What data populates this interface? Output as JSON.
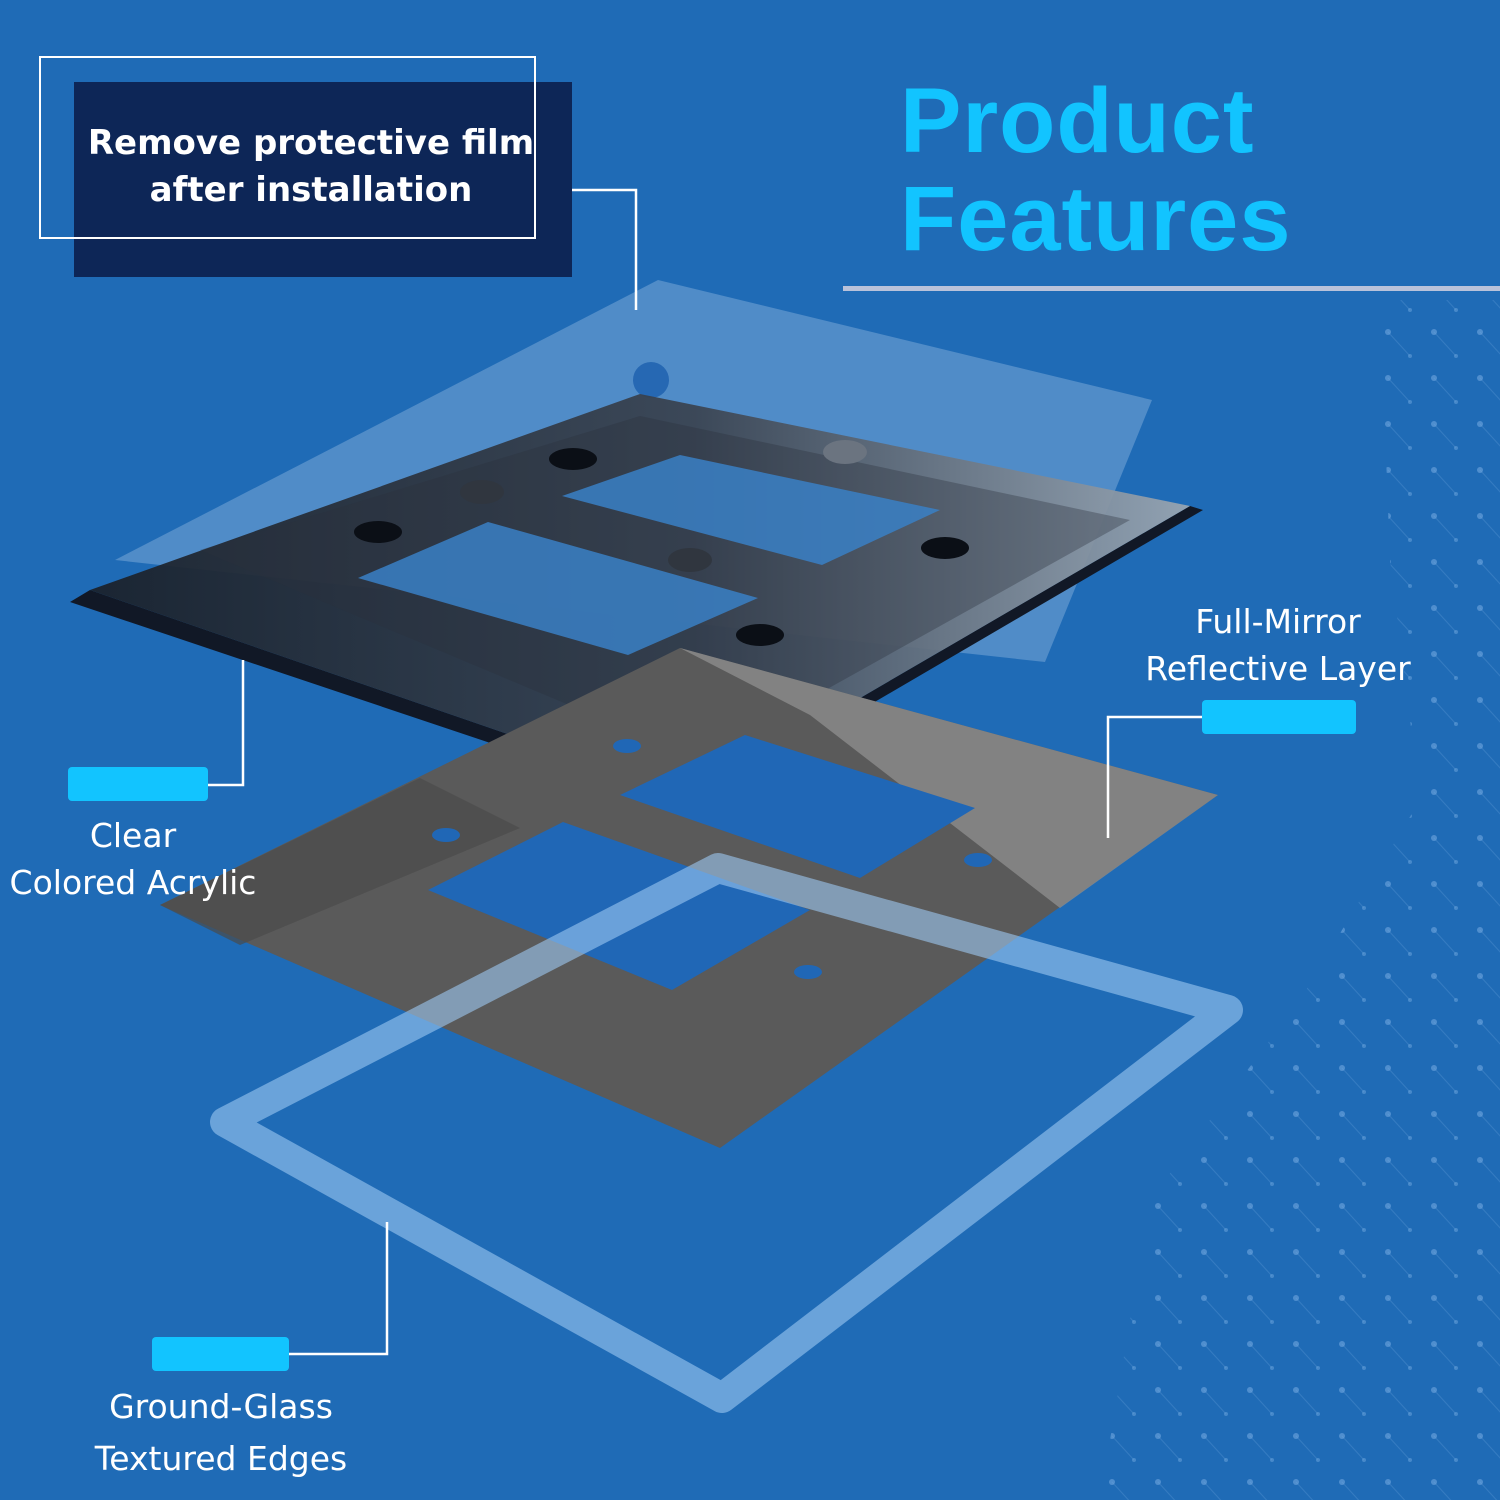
{
  "header": {
    "title_line1": "Product",
    "title_line2": "Features"
  },
  "callout": {
    "line1": "Remove protective film",
    "line2": "after installation"
  },
  "features": {
    "mirror": {
      "line1": "Full-Mirror",
      "line2": "Reflective Layer"
    },
    "acrylic": {
      "line1": "Clear",
      "line2": "Colored Acrylic"
    },
    "glass": {
      "line1": "Ground-Glass",
      "line2": "Textured Edges"
    }
  },
  "colors": {
    "background": "#1f6bb6",
    "title": "#12c4ff",
    "tag": "#12c4ff",
    "note_box": "#0d2657",
    "plate": "#1c2230",
    "mirror_layer": "#5e5e5e"
  }
}
